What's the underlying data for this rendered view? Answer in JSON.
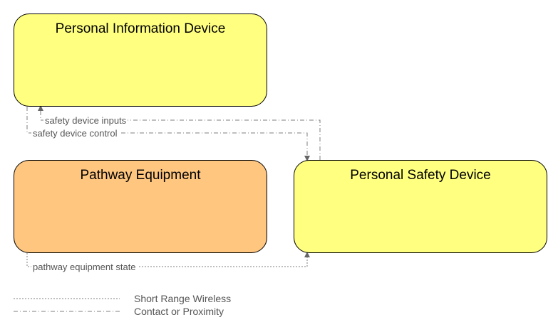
{
  "nodes": {
    "personal_information_device": {
      "label": "Personal Information Device",
      "color": "#ffff80"
    },
    "pathway_equipment": {
      "label": "Pathway Equipment",
      "color": "#ffc680"
    },
    "personal_safety_device": {
      "label": "Personal Safety Device",
      "color": "#ffff80"
    }
  },
  "flows": {
    "safety_device_inputs": "safety device inputs",
    "safety_device_control": "safety device control",
    "pathway_equipment_state": "pathway equipment state"
  },
  "legend": {
    "short_range_wireless": "Short Range Wireless",
    "contact_or_proximity": "Contact or Proximity"
  },
  "colors": {
    "line": "#7f7f7f",
    "label_text": "#555555",
    "border": "#000000"
  }
}
